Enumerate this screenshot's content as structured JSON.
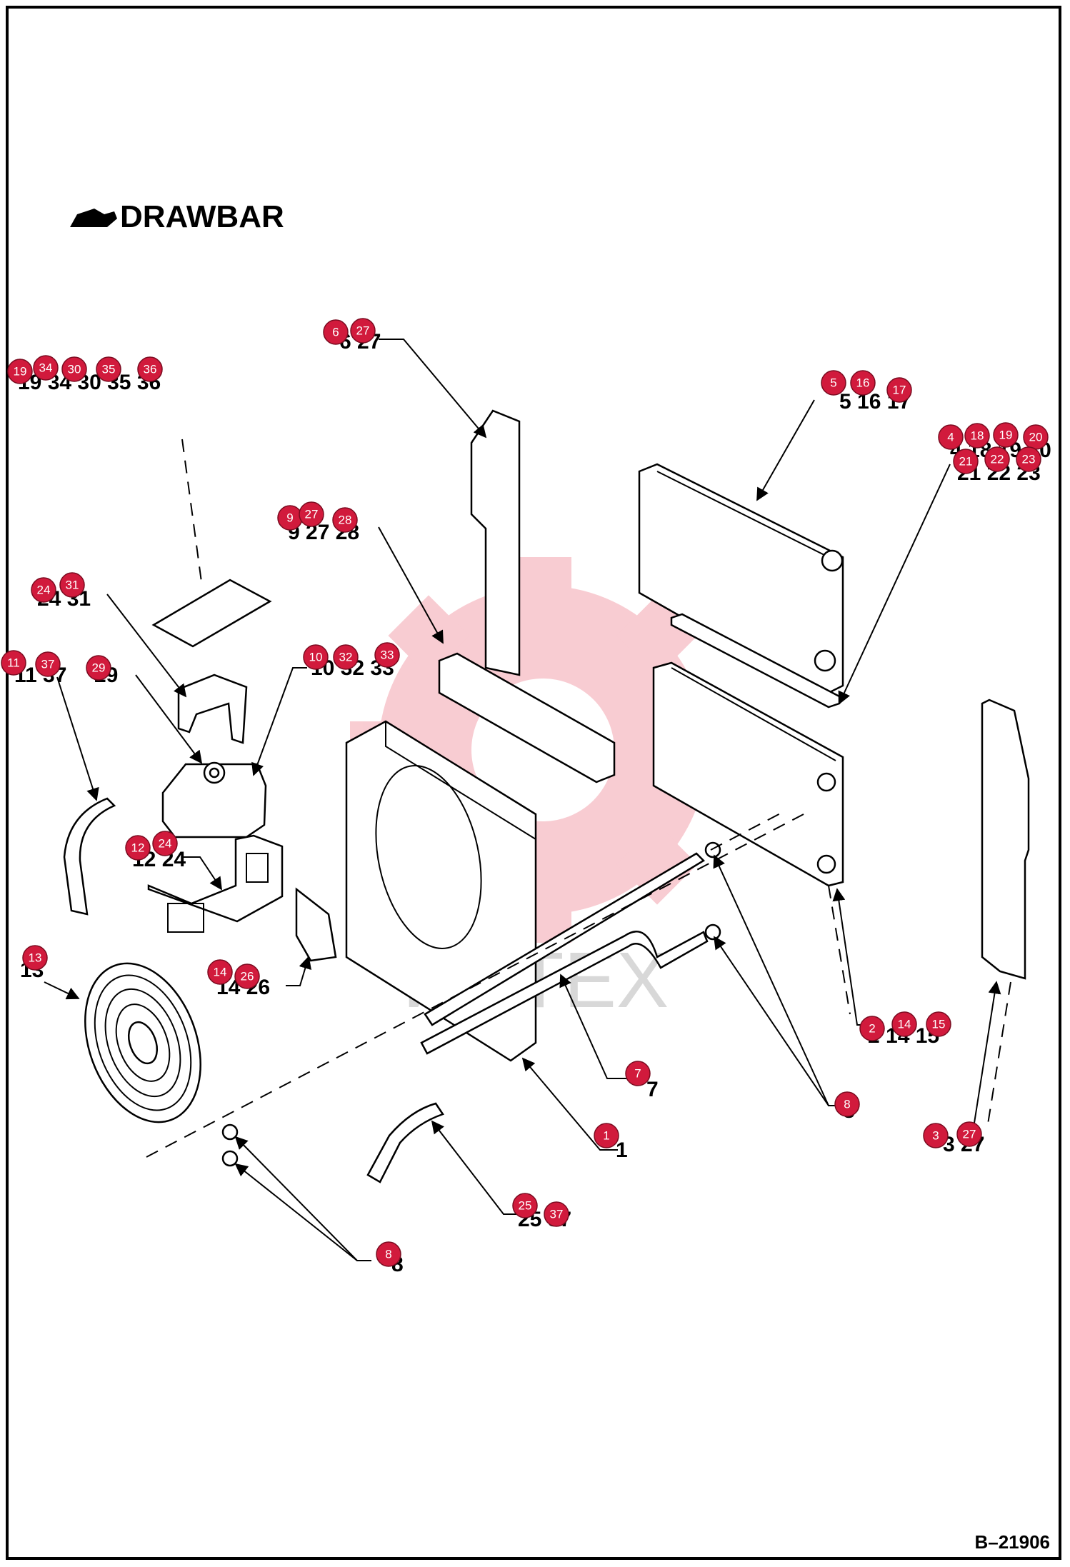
{
  "title": "DRAWBAR",
  "figure_code": "B–21906",
  "watermark": "ИНТЕХ",
  "icons": {
    "title_marker": "pointing-hand-icon"
  },
  "callout_color": "#d11a3c",
  "watermark_color": "#e84a5f",
  "labels": {
    "g1": "19 34 30 35 36",
    "g2": "6 27",
    "g3": "5 16 17",
    "g4": "4 18 19 20",
    "g4b": "21 22 23",
    "g5": "9 27 28",
    "g6": "24 31",
    "g7": "11 37",
    "g8": "29",
    "g9": "10 32 33",
    "g10": "12 24",
    "g11": "13",
    "g12": "14 26",
    "g13": "2 14 15",
    "g14": "7",
    "g15": "8",
    "g16": "1",
    "g17": "3 27",
    "g18": "25 37",
    "g19": "8"
  },
  "callouts": [
    "19",
    "34",
    "30",
    "35",
    "36",
    "6",
    "27",
    "5",
    "16",
    "17",
    "4",
    "18",
    "19",
    "20",
    "21",
    "22",
    "23",
    "9",
    "27",
    "28",
    "24",
    "31",
    "11",
    "37",
    "29",
    "10",
    "32",
    "33",
    "12",
    "24",
    "13",
    "14",
    "26",
    "2",
    "14",
    "15",
    "7",
    "8",
    "1",
    "3",
    "27",
    "25",
    "37",
    "8"
  ]
}
